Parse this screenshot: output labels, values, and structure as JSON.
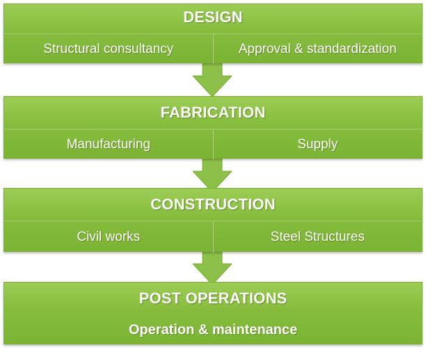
{
  "stages": [
    {
      "title": "DESIGN",
      "items": [
        "Structural consultancy",
        "Approval & standardization"
      ]
    },
    {
      "title": "FABRICATION",
      "items": [
        "Manufacturing",
        "Supply"
      ]
    },
    {
      "title": "CONSTRUCTION",
      "items": [
        "Civil works",
        "Steel Structures"
      ]
    },
    {
      "title": "POST OPERATIONS",
      "items": [
        "Operation & maintenance"
      ]
    }
  ],
  "colors": {
    "block_fill": "#86bd3e",
    "arrow_fill": "#8dc048",
    "text": "#ffffff"
  }
}
